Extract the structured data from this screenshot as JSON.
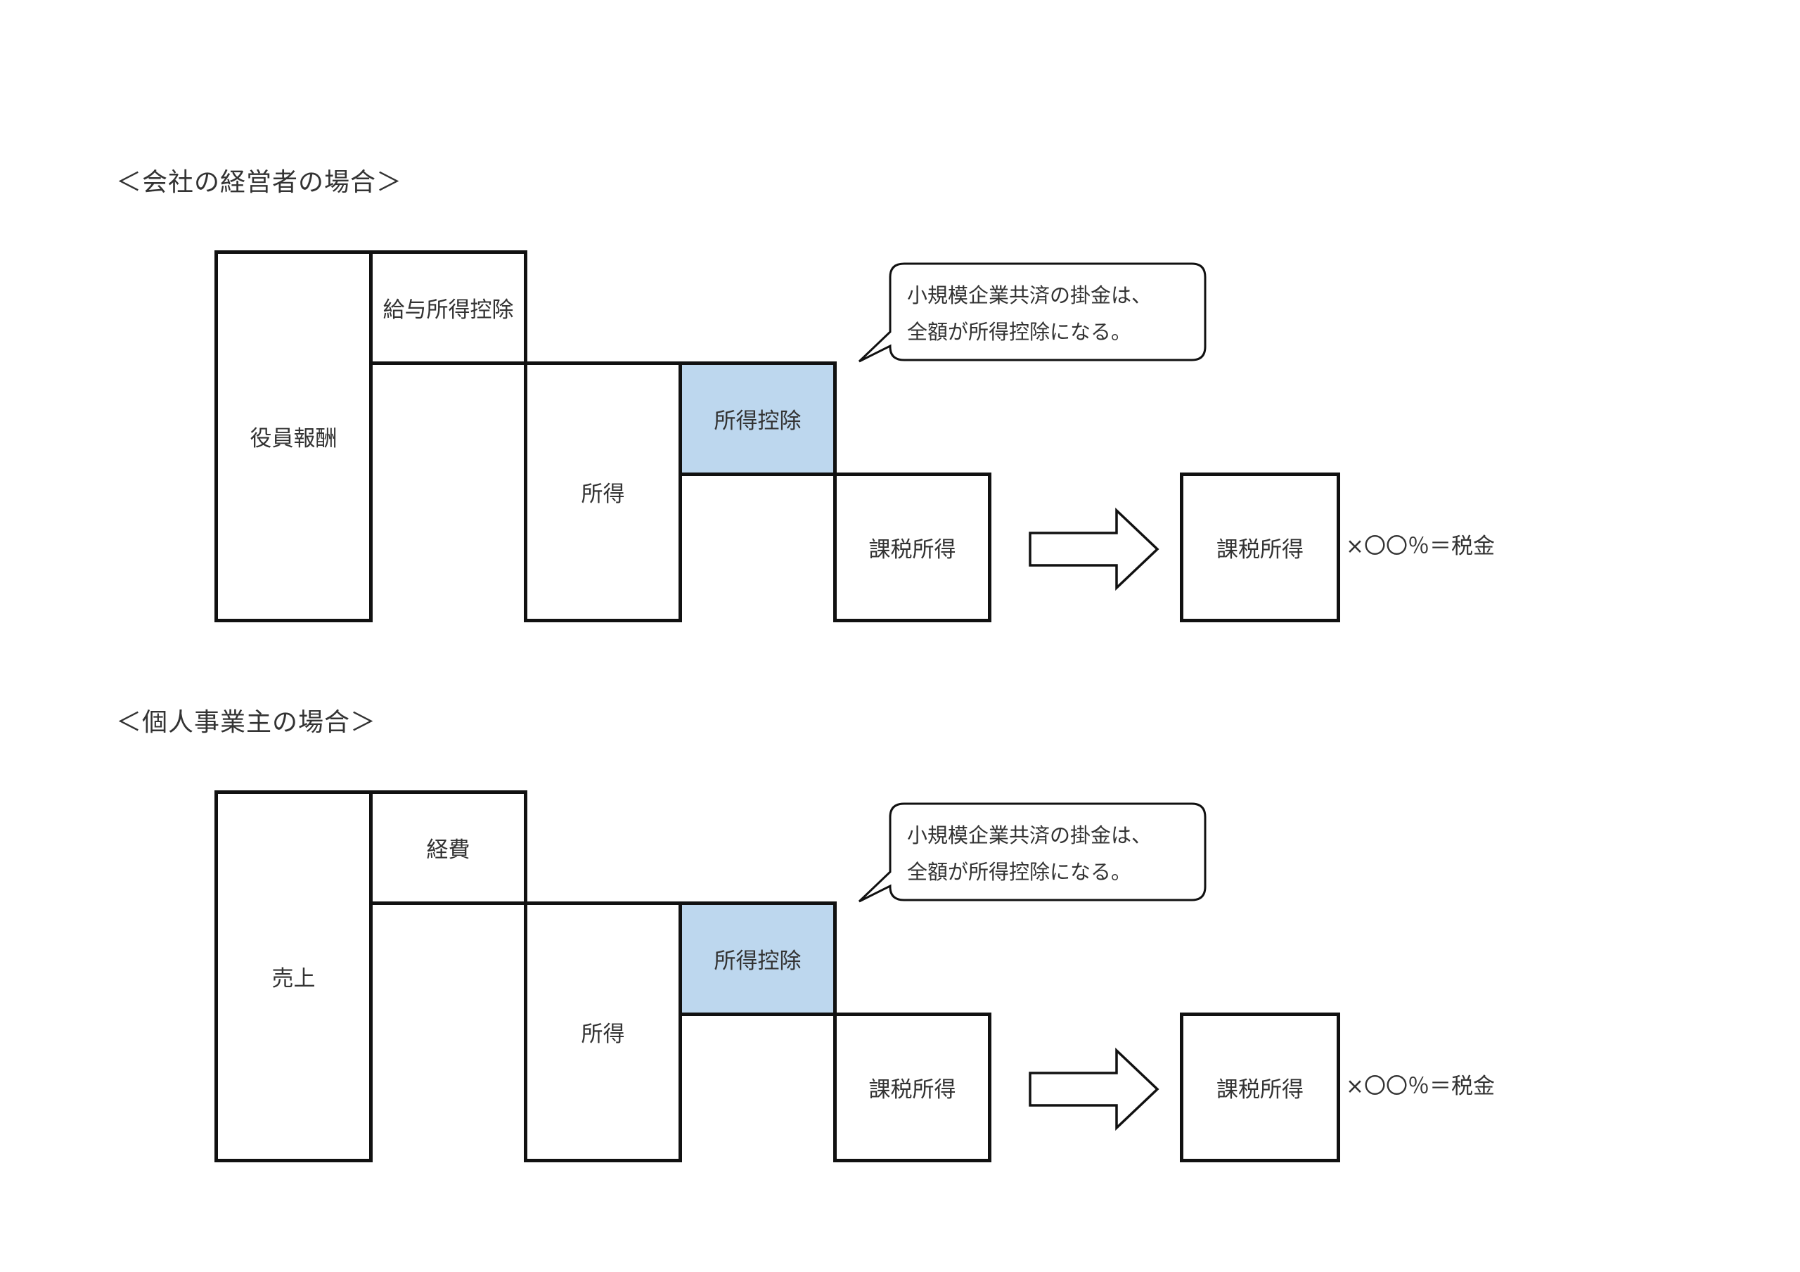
{
  "colors": {
    "stroke": "#111111",
    "highlight": "#bdd7ee",
    "text": "#333333",
    "background": "#ffffff"
  },
  "icons": {
    "flow_arrow": "right-arrow-icon",
    "callout": "speech-bubble"
  },
  "sections": [
    {
      "id": "corporate",
      "title": "＜会社の経営者の場合＞",
      "revenue_label": "役員報酬",
      "first_deduction_label": "給与所得控除",
      "income_label": "所得",
      "income_deduction_label": "所得控除",
      "taxable_label": "課税所得",
      "result_label": "課税所得",
      "formula": "×〇〇％＝税金",
      "callout_lines": [
        "小規模企業共済の掛金は、",
        "全額が所得控除になる。"
      ]
    },
    {
      "id": "sole",
      "title": "＜個人事業主の場合＞",
      "revenue_label": "売上",
      "first_deduction_label": "経費",
      "income_label": "所得",
      "income_deduction_label": "所得控除",
      "taxable_label": "課税所得",
      "result_label": "課税所得",
      "formula": "×〇〇％＝税金",
      "callout_lines": [
        "小規模企業共済の掛金は、",
        "全額が所得控除になる。"
      ]
    }
  ]
}
